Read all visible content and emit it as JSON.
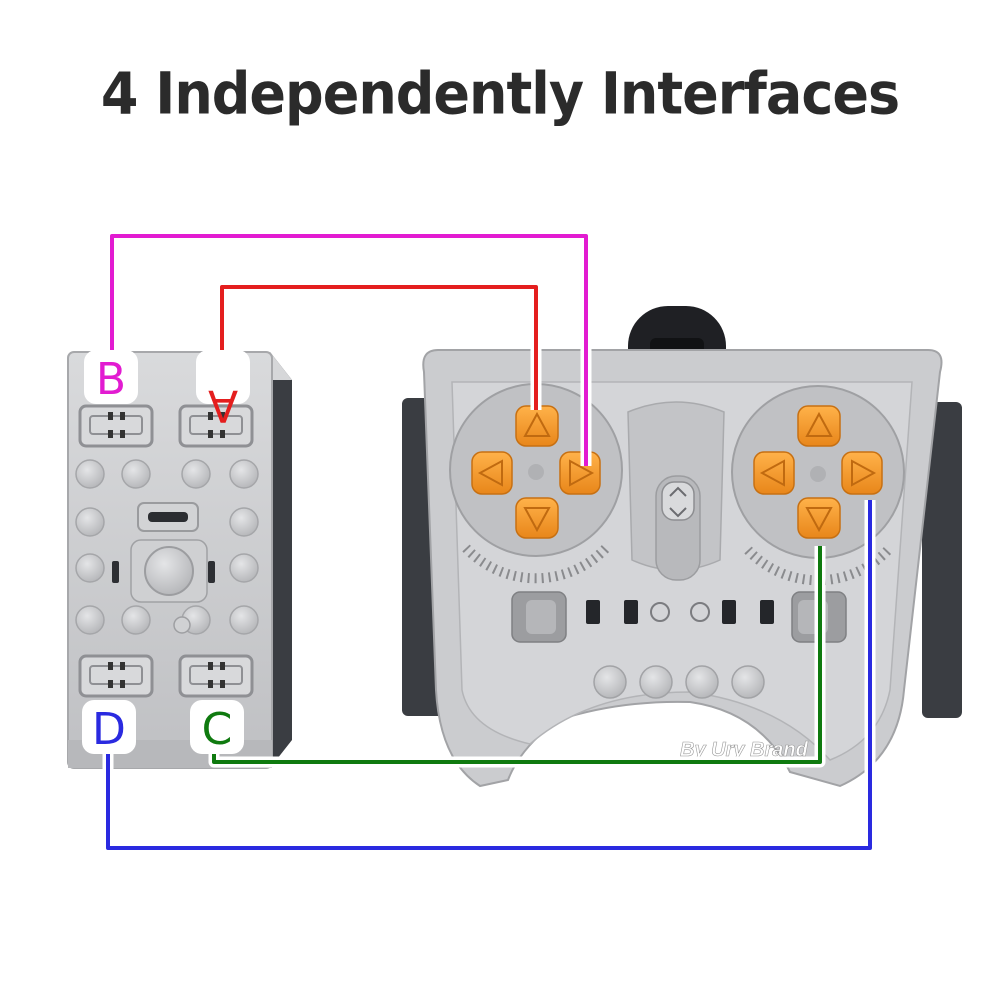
{
  "title": "4 Independently Interfaces",
  "watermark": "By Ury Brand",
  "ports": [
    {
      "label": "A",
      "color": "#e41e1e"
    },
    {
      "label": "B",
      "color": "#e21bd1"
    },
    {
      "label": "C",
      "color": "#0f7a0f"
    },
    {
      "label": "D",
      "color": "#2a2ae0"
    }
  ],
  "devices": {
    "receiver": "ir-receiver",
    "remote": "ir-remote-controller"
  },
  "colors": {
    "brick_gray": "#c6c7c9",
    "dark_gray": "#3e4146",
    "button_orange": "#f29a2e"
  }
}
